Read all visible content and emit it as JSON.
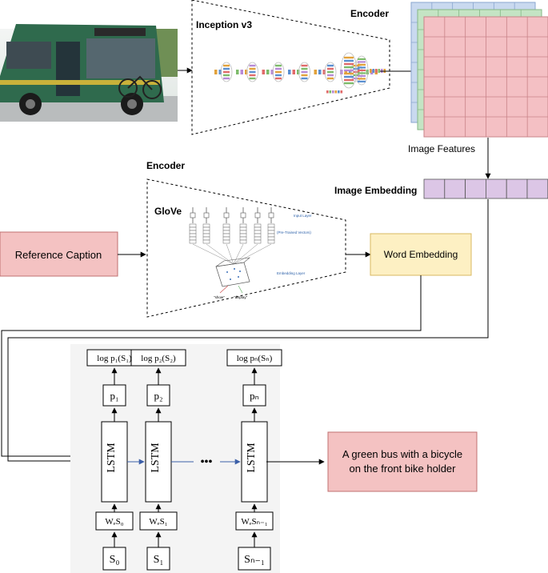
{
  "diagram": {
    "image_encoder": {
      "title": "Encoder",
      "model_label": "Inception v3",
      "features_label": "Image Features",
      "embedding_label": "Image Embedding"
    },
    "text_encoder": {
      "title": "Encoder",
      "model_label": "GloVe",
      "figure": {
        "input_layer": "Input Layer",
        "pretrained": "(Pre-Trained Vectors)",
        "embedding_layer": "Embedding Layer",
        "word_show": "\"show\"",
        "word_display": "\"display\""
      }
    },
    "reference_caption": "Reference Caption",
    "word_embedding": "Word Embedding",
    "lstm_label": "LSTM",
    "ellipsis": "•••",
    "columns": [
      {
        "log": "log p₁(S₁)",
        "prob": "p₁",
        "input": "WₑS₀",
        "word": "S₀"
      },
      {
        "log": "log p₂(S₂)",
        "prob": "p₂",
        "input": "WₑS₁",
        "word": "S₁"
      },
      {
        "log": "log pₙ(Sₙ)",
        "prob": "pₙ",
        "input": "WₑSₙ₋₁",
        "word": "Sₙ₋₁"
      }
    ],
    "output_caption": {
      "line1": "A green bus with a bicycle",
      "line2": "on the front bike holder"
    },
    "colors": {
      "caption_red": "#f4c2c2",
      "caption_red_border": "#c07070",
      "embed_yellow": "#fdf0c3",
      "embed_yellow_border": "#d9b860",
      "embed_purple": "#dcc6e6",
      "feat_blue": "#c9d9ef",
      "feat_green": "#c4e4c4",
      "feat_red": "#f4c0c4",
      "arrow_blue": "#3b5fa8"
    }
  }
}
